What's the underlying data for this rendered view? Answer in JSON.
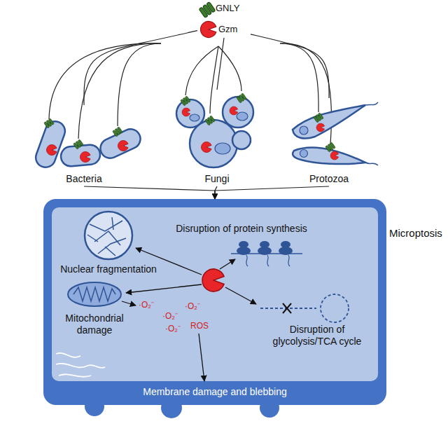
{
  "diagram": {
    "nodes": [
      {
        "text": [
          "GNLY",
          "Gzm"
        ]
      },
      {
        "text": [
          "Bacteria"
        ]
      },
      {
        "text": [
          "Fungi"
        ]
      },
      {
        "text": [
          "Protozoa"
        ]
      },
      {
        "text": [
          "Microptosis"
        ]
      }
    ],
    "edges": [
      {
        "from": 0,
        "to": 1,
        "arrow": "none"
      },
      {
        "from": 0,
        "to": 2,
        "arrow": "none"
      },
      {
        "from": 0,
        "to": 3,
        "arrow": "none"
      },
      {
        "from": 1,
        "to": 4,
        "arrow": "to"
      },
      {
        "from": 2,
        "to": 4,
        "arrow": "to"
      },
      {
        "from": 3,
        "to": 4,
        "arrow": "to"
      }
    ],
    "labels": [
      "Disruption of protein synthesis",
      "Nuclear fragmentation",
      "Mitochondrial damage",
      "Disruption of glycolysis/TCA cycle",
      "·O₂⁻",
      "·O₂⁻",
      "·O₂⁻",
      "·O₂⁻",
      "ROS",
      "Membrane damage and blebbing"
    ]
  }
}
